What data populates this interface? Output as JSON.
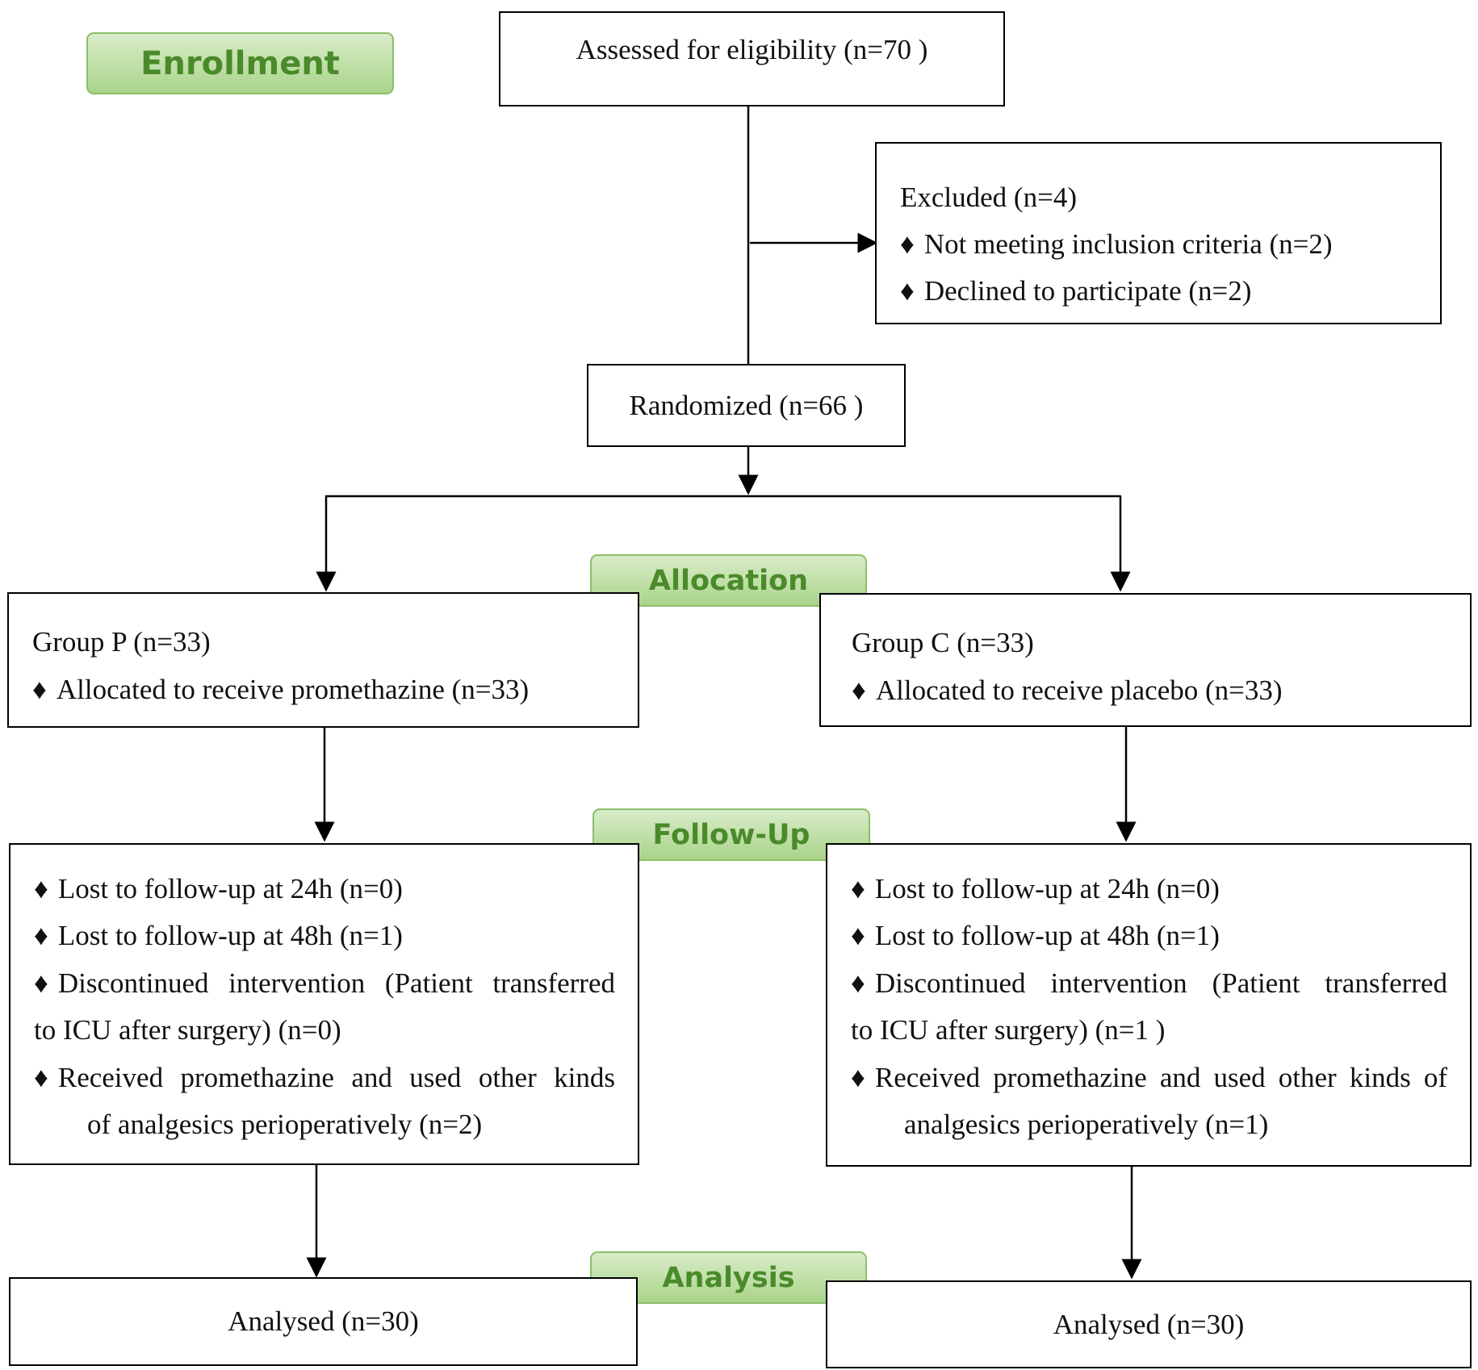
{
  "colors": {
    "phase_fill_top": "#d9ecc9",
    "phase_fill_bottom": "#a9d48a",
    "phase_border": "#8bbf6a",
    "phase_text": "#4a8a2a",
    "line": "#000000"
  },
  "bullet_icon": "diamond-icon",
  "phases": {
    "enrollment": "Enrollment",
    "allocation": "Allocation",
    "follow_up": "Follow-Up",
    "analysis": "Analysis"
  },
  "assessed": "Assessed for eligibility (n=70 )",
  "excluded": {
    "title": "Excluded (n=4)",
    "bullet": "♦",
    "items": [
      "Not meeting inclusion criteria (n=2)",
      "Declined to participate (n=2)"
    ]
  },
  "randomized": "Randomized (n=66 )",
  "group_p": {
    "title": "Group P (n=33)",
    "allocated": "Allocated to receive promethazine (n=33)",
    "followup": {
      "lost24": "Lost to follow-up at 24h (n=0)",
      "lost48": "Lost to follow-up at 48h (n=1)",
      "discontinued_line1": "Discontinued intervention (Patient transferred",
      "discontinued_line2": "to ICU after surgery) (n=0)",
      "received_line1": "Received promethazine and used other kinds",
      "received_line2": "of analgesics perioperatively (n=2)"
    },
    "analysed": "Analysed (n=30)"
  },
  "group_c": {
    "title": "Group C (n=33)",
    "allocated": "Allocated to receive placebo (n=33)",
    "followup": {
      "lost24": "Lost to follow-up at 24h (n=0)",
      "lost48": "Lost to follow-up at 48h (n=1)",
      "discontinued_line1": "Discontinued intervention (Patient transferred",
      "discontinued_line2": "to ICU after surgery) (n=1 )",
      "received_line1": "Received promethazine and used other kinds of",
      "received_line2": "analgesics perioperatively (n=1)"
    },
    "analysed": "Analysed (n=30)"
  }
}
